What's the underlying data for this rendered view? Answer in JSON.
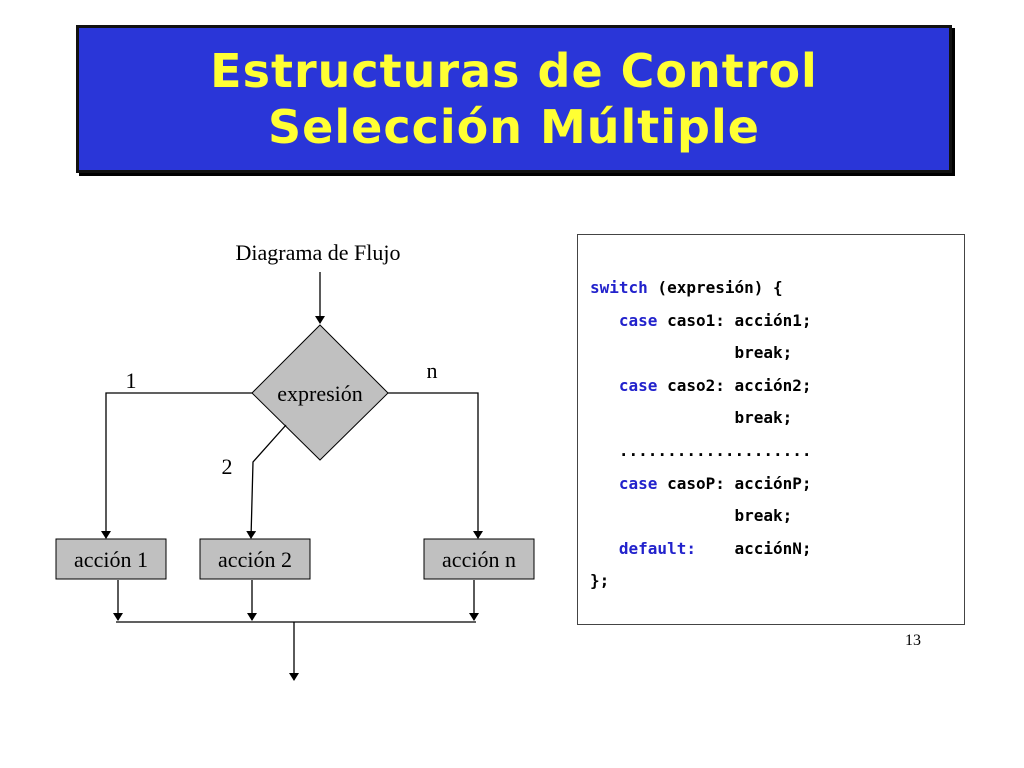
{
  "title": {
    "line1": "Estructuras de Control",
    "line2": "Selección Múltiple"
  },
  "flowchart": {
    "heading": "Diagrama de Flujo",
    "decision": "expresión",
    "branch_labels": [
      "1",
      "2",
      "n"
    ],
    "actions": [
      "acción 1",
      "acción 2",
      "acción n"
    ]
  },
  "code": {
    "lines": [
      {
        "kw": "switch",
        "rest": " (expresión) {"
      },
      {
        "kw": "   case",
        "rest": " caso1: acción1;"
      },
      {
        "kw": "",
        "rest": "               break;"
      },
      {
        "kw": "   case",
        "rest": " caso2: acción2;"
      },
      {
        "kw": "",
        "rest": "               break;"
      },
      {
        "kw": "",
        "rest": "   ...................."
      },
      {
        "kw": "   case",
        "rest": " casoP: acciónP;"
      },
      {
        "kw": "",
        "rest": "               break;"
      },
      {
        "kw": "   default:",
        "rest": "    acciónN;"
      },
      {
        "kw": "",
        "rest": "};"
      }
    ]
  },
  "slide_number": "13",
  "colors": {
    "title_bg": "#2a36d8",
    "title_text": "#ffff33",
    "keyword": "#2222cc",
    "node_fill": "#c0c0c0"
  }
}
